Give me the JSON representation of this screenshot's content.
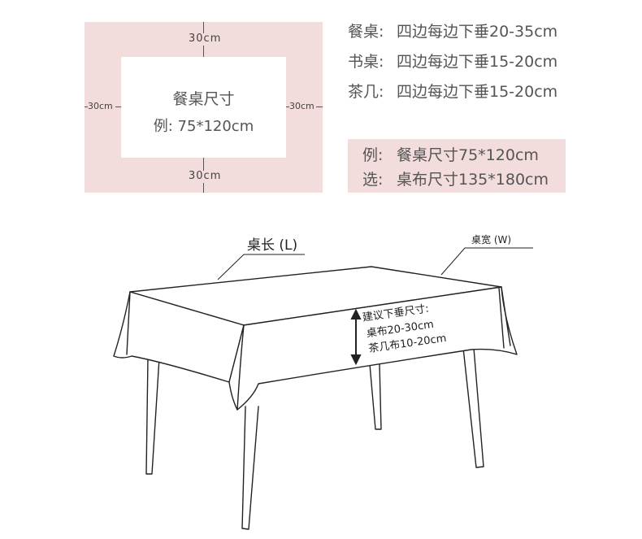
{
  "dimension_diagram": {
    "title": "餐桌尺寸",
    "example": "例:  75*120cm",
    "overhang_top": "30cm",
    "overhang_bottom": "30cm",
    "overhang_left": "30cm",
    "overhang_right": "30cm"
  },
  "specs": [
    {
      "name": "餐桌:",
      "value": "四边每边下垂20-35cm"
    },
    {
      "name": "书桌:",
      "value": "四边每边下垂15-20cm"
    },
    {
      "name": "茶几:",
      "value": "四边每边下垂15-20cm"
    }
  ],
  "example": {
    "line1_label": "例:",
    "line1_value": "餐桌尺寸75*120cm",
    "line2_label": "选:",
    "line2_value": "桌布尺寸135*180cm"
  },
  "table_illustration": {
    "length_label": "桌长 (L)",
    "width_label": "桌宽 (W)",
    "drop_title": "建议下垂尺寸:",
    "drop_tablecloth": "桌布20-30cm",
    "drop_coffee_table": "茶几布10-20cm"
  },
  "colors": {
    "panel_pink": "#f2dcdc",
    "line": "#222222",
    "text": "#555555"
  }
}
